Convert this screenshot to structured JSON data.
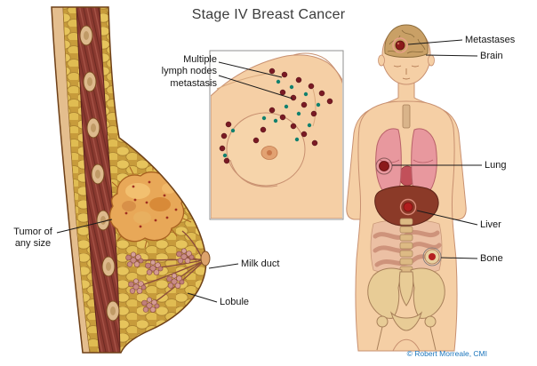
{
  "title": "Stage IV Breast Cancer",
  "credit": "© Robert Morreale, CMI",
  "lymph_inset": {
    "label": "Multiple\nlymph nodes\nmetastasis"
  },
  "cross_section": {
    "tumor_label": "Tumor of\nany size",
    "milk_duct_label": "Milk duct",
    "lobule_label": "Lobule"
  },
  "body_figure": {
    "metastases_label": "Metastases",
    "brain_label": "Brain",
    "lung_label": "Lung",
    "liver_label": "Liver",
    "bone_label": "Bone"
  },
  "colors": {
    "skin": "#F5CFA5",
    "fat_yellow": "#E2BC54",
    "muscle_red": "#8B3A30",
    "tumor_orange": "#E2A054",
    "metastasis_red": "#8B1A1A",
    "lymph_node_maroon": "#7A1A24",
    "lymph_node_teal": "#11806E",
    "lung_pink": "#E8989E",
    "liver_brown": "#8B3A28",
    "bone_tan": "#E8CC96",
    "credit_blue": "#1B75BC"
  }
}
